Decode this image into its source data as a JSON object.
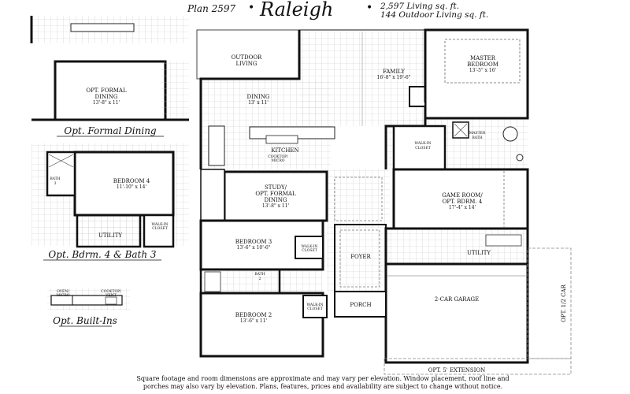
{
  "header": {
    "plan_number": "Plan 2597",
    "plan_name": "Raleigh",
    "living_sqft": "2,597 Living sq. ft.",
    "outdoor_sqft": "144 Outdoor Living sq. ft.",
    "separator": "•"
  },
  "insets": {
    "formal_dining": {
      "caption": "Opt. Formal Dining",
      "room": "OPT. FORMAL",
      "room2": "DINING",
      "dims": "13'-8\" x 11'"
    },
    "bedroom4_bath3": {
      "caption": "Opt. Bdrm. 4 & Bath 3",
      "bath": "BATH",
      "bath_no": "3",
      "bedroom": "BEDROOM 4",
      "bedroom_dims": "11'-10\" x 14'",
      "utility": "UTILITY",
      "walkin": "WALK-IN",
      "closet": "CLOSET"
    },
    "built_ins": {
      "caption": "Opt. Built-Ins",
      "oven": "OVEN/",
      "micro": "MICRO",
      "cooktop": "COOKTOP/",
      "vent": "VENT"
    }
  },
  "rooms": {
    "outdoor_living": {
      "name": "OUTDOOR",
      "name2": "LIVING"
    },
    "dining": {
      "name": "DINING",
      "dims": "13' x 11'"
    },
    "kitchen": {
      "name": "KITCHEN",
      "cooktop": "COOKTOP/",
      "micro": "MICRO"
    },
    "family": {
      "name": "FAMILY",
      "dims": "16'-8\" x 19'-6\""
    },
    "master_bedroom": {
      "name": "MASTER",
      "name2": "BEDROOM",
      "dims": "13'-5\" x 16'"
    },
    "walkin_closet": {
      "name": "WALK-IN",
      "name2": "CLOSET"
    },
    "master_bath": {
      "name": "MASTER",
      "name2": "BATH"
    },
    "study": {
      "name": "STUDY/",
      "name2": "OPT. FORMAL",
      "name3": "DINING",
      "dims": "13'-8\" x 11'"
    },
    "game_room": {
      "name": "GAME ROOM/",
      "name2": "OPT. BDRM. 4",
      "dims": "17'-4\" x 14'"
    },
    "bedroom3": {
      "name": "BEDROOM 3",
      "dims": "13'-6\" x 10'-6\""
    },
    "bath2": {
      "name": "BATH",
      "name2": "2"
    },
    "bedroom2": {
      "name": "BEDROOM 2",
      "dims": "13'-6\" x 11'"
    },
    "walkin_closet_b3": {
      "name": "WALK-IN",
      "name2": "CLOSET"
    },
    "walkin_closet_b2": {
      "name": "WALK-IN",
      "name2": "CLOSET"
    },
    "foyer": {
      "name": "FOYER"
    },
    "porch": {
      "name": "PORCH"
    },
    "utility": {
      "name": "UTILITY"
    },
    "garage": {
      "name": "2-CAR GARAGE"
    },
    "opt_half_car": {
      "name": "OPT. 1/2 CAR"
    },
    "opt_extension": {
      "name": "OPT. 5' EXTENSION"
    }
  },
  "footer": {
    "line1": "Square footage and room dimensions are approximate and may vary per elevation. Window placement, roof line and",
    "line2": "porches may also vary by elevation. Plans, features, prices and availability are subject to change without notice."
  }
}
